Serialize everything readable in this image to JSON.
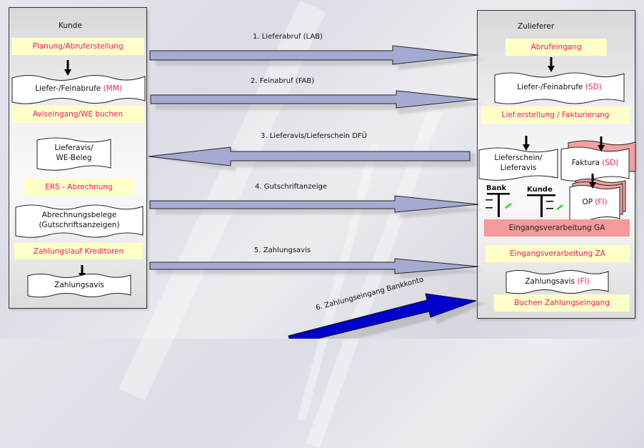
{
  "colors": {
    "step_bg": "#ffffc8",
    "step_text": "#ee1a6a",
    "red_step_bg": "#f49a9a",
    "flow_arrow": "#a4aad2",
    "bank_arrow": "#0000cc",
    "stack_pink": "#f4a0a0",
    "pen_green": "#22dd22"
  },
  "left_panel": {
    "title": "Kunde",
    "steps": {
      "planning": "Planung/Abruferstellung",
      "receipt": "Aviseingang/WE  buchen",
      "ers": "ERS - Abrechnung",
      "payrun": "Zahlungslauf Kreditoren"
    },
    "docs": {
      "schedules_text": "Liefer-/Feinabrufe",
      "schedules_module": "(MM)",
      "avis_line1": "Lieferavis/",
      "avis_line2": "WE-Beleg",
      "settlement_line1": "Abrechnungsbelege",
      "settlement_line2": "(Gutschriftsanzeigen)",
      "payment_advice": "Zahlungsavis"
    }
  },
  "right_panel": {
    "title": "Zulieferer",
    "steps": {
      "receipt": "Abrufeingang",
      "delivery": "Lief.erstellung / Fakturierung",
      "inbound_ga": "Eingangsverarbeitung GA",
      "inbound_za": "Eingangsverarbeitung ZA",
      "posting": "Buchen Zahlungseingang"
    },
    "docs": {
      "schedules_text": "Liefer-/Feinabrufe",
      "schedules_module": "(SD)",
      "delivery_line1": "Lieferschein/",
      "delivery_line2": "Lieferavis",
      "invoice_text": "Faktura",
      "invoice_module": "(SD)",
      "open_item_text": "OP",
      "open_item_module": "(FI)",
      "payment_advice_text": "Zahlungsavis",
      "payment_advice_module": "(FI)"
    },
    "t_accounts": {
      "bank": "Bank",
      "customer": "Kunde"
    }
  },
  "flows": [
    {
      "label": "1. Lieferabruf  (LAB)",
      "direction": "right"
    },
    {
      "label": "2. Feinabruf (FAB)",
      "direction": "right"
    },
    {
      "label": "3. Lieferavis/Lieferschein DFÜ",
      "direction": "left"
    },
    {
      "label": "4. Gutschriftanzeige",
      "direction": "right"
    },
    {
      "label": "5. Zahlungsavis",
      "direction": "right"
    },
    {
      "label": "6. Zahlungseingang Bankkonto",
      "direction": "up-right"
    }
  ]
}
